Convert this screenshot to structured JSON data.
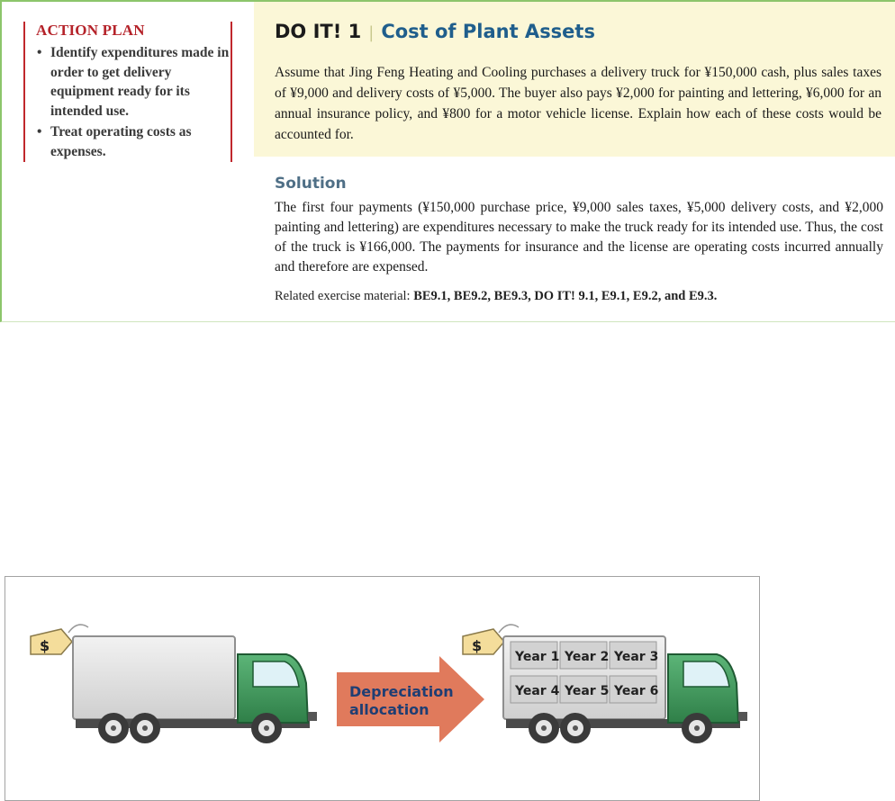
{
  "action_plan": {
    "title": "ACTION PLAN",
    "items": [
      "Identify expenditures made in order to get delivery equipment ready for its intended use.",
      "Treat operating costs as expenses."
    ]
  },
  "doit": {
    "label": "DO IT! 1",
    "separator": "|",
    "topic": "Cost of Plant Assets",
    "question": "Assume that Jing Feng Heating and Cooling purchases a delivery truck for ¥150,000 cash, plus sales taxes of ¥9,000 and delivery costs of ¥5,000. The buyer also pays ¥2,000 for painting and lettering, ¥6,000 for an annual insurance policy, and ¥800 for a motor vehicle license. Explain how each of these costs would be accounted for."
  },
  "solution": {
    "heading": "Solution",
    "text": "The first four payments (¥150,000 purchase price, ¥9,000 sales taxes, ¥5,000 delivery costs, and ¥2,000 painting and lettering) are expenditures necessary to make the truck ready for its intended use. Thus, the cost of the truck is ¥166,000. The payments for insurance and the license are operating costs incurred annually and therefore are expensed.",
    "related_prefix": "Related exercise material:",
    "related_refs": "BE9.1, BE9.2, BE9.3, DO IT! 9.1, E9.1, E9.2, and E9.3."
  },
  "figure": {
    "price_tag_symbol": "$",
    "arrow_label_line1": "Depreciation",
    "arrow_label_line2": "allocation",
    "year_cells": [
      "Year 1",
      "Year 2",
      "Year 3",
      "Year 4",
      "Year 5",
      "Year 6"
    ],
    "colors": {
      "truck_cab": "#3c9a5a",
      "arrow": "#e07a5c",
      "arrow_text": "#1f3e73",
      "cargo_box": "#e3e3e3"
    }
  }
}
